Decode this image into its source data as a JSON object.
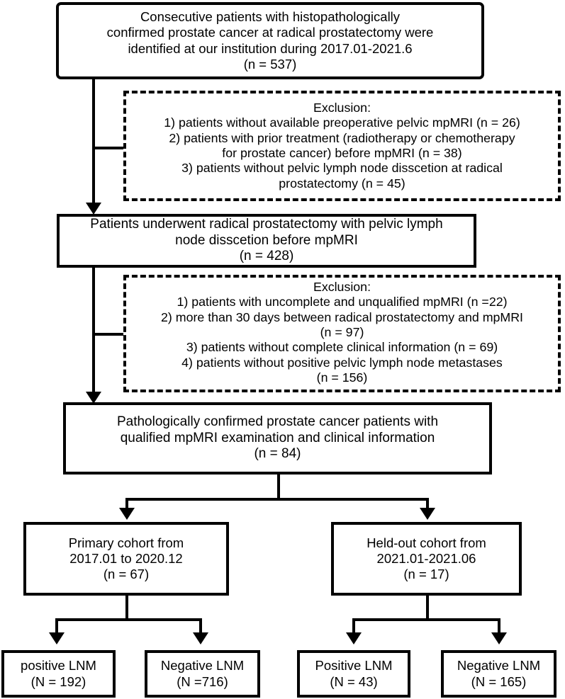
{
  "figure": {
    "type": "flowchart",
    "title": "Patient selection flowchart",
    "colors": {
      "stroke": "#000000",
      "background": "#ffffff",
      "text": "#000000"
    }
  },
  "nodes": {
    "enrolled": {
      "style": "solid-rounded",
      "lines": [
        "Consecutive  patients with histopathologically",
        "confirmed prostate cancer at radical prostatectomy were",
        "identified at our institution during 2017.01-2021.6",
        "(n = 537)"
      ],
      "count": 537
    },
    "exclusion_1": {
      "style": "dashed",
      "lines": [
        "Exclusion:",
        "1) patients without available preoperative pelvic mpMRI (n = 26)",
        "2) patients with prior treatment (radiotherapy or chemotherapy",
        "for prostate cancer) before mpMRI (n = 38)",
        "3) patients without pelvic lymph node disscetion at radical",
        "prostatectomy (n = 45)"
      ],
      "counts": [
        26,
        38,
        45
      ]
    },
    "underwent": {
      "style": "solid",
      "lines": [
        "Patients underwent radical prostatectomy with pelvic lymph",
        "node disscetion before mpMRI",
        "(n = 428)"
      ],
      "count": 428
    },
    "exclusion_2": {
      "style": "dashed",
      "lines": [
        "Exclusion:",
        "1) patients with uncomplete and unqualified mpMRI (n =22)",
        "2) more than 30 days between radical prostatectomy and mpMRI",
        "(n = 97)",
        "3) patients without complete clinical information (n = 69)",
        "4) patients without positive pelvic lymph node metastases",
        "(n = 156)"
      ],
      "counts": [
        22,
        97,
        69,
        156
      ]
    },
    "final": {
      "style": "solid",
      "lines": [
        "Pathologically confirmed prostate cancer patients with",
        "qualified mpMRI examination and clinical information",
        "(n = 84)"
      ],
      "count": 84
    },
    "primary_cohort": {
      "style": "solid",
      "lines": [
        "Primary cohort from",
        "2017.01 to 2020.12",
        "(n = 67)"
      ],
      "count": 67
    },
    "heldout_cohort": {
      "style": "solid",
      "lines": [
        "Held-out cohort from",
        "2021.01-2021.06",
        "(n = 17)"
      ],
      "count": 17
    },
    "primary_positive": {
      "style": "solid",
      "lines": [
        "positive LNM",
        "(N = 192)"
      ],
      "count": 192
    },
    "primary_negative": {
      "style": "solid",
      "lines": [
        "Negative LNM",
        "(N =716)"
      ],
      "count": 716
    },
    "heldout_positive": {
      "style": "solid",
      "lines": [
        "Positive LNM",
        "(N = 43)"
      ],
      "count": 43
    },
    "heldout_negative": {
      "style": "solid",
      "lines": [
        "Negative LNM",
        "(N = 165)"
      ],
      "count": 165
    }
  }
}
